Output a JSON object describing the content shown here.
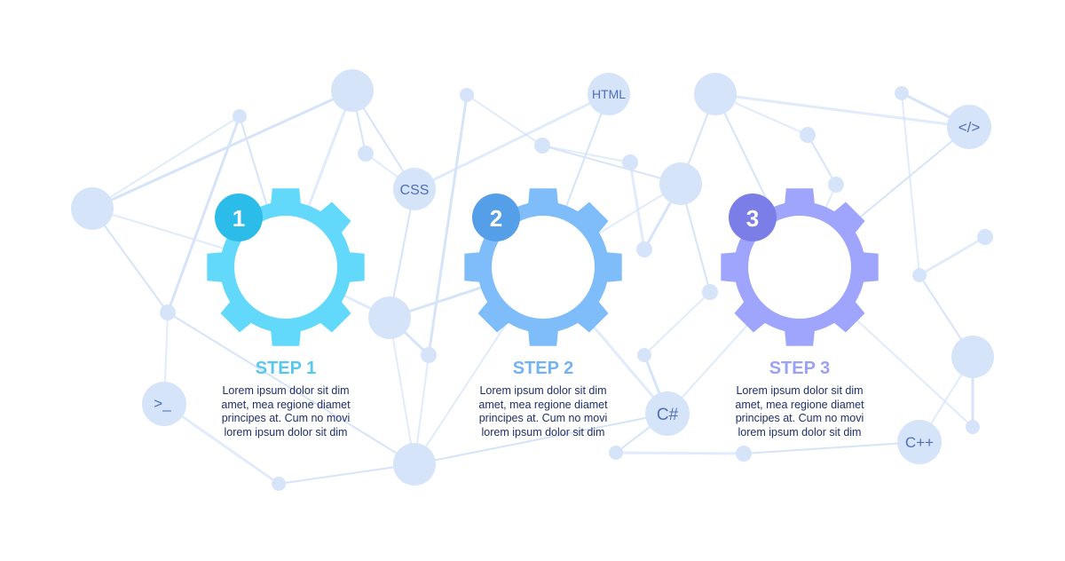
{
  "network": {
    "labels": {
      "css": "CSS",
      "html": "HTML",
      "code_tag": "</>",
      "terminal": ">_",
      "csharp": "C#",
      "cpp": "C++"
    },
    "colors": {
      "node": "#d6e4fa",
      "line": "#d6e4fa",
      "label": "#4f6fb7"
    }
  },
  "steps": [
    {
      "number": "1",
      "title": "STEP 1",
      "description": [
        "Lorem ipsum dolor sit dim",
        "amet, mea regione diamet",
        "principes at. Cum no movi",
        "lorem ipsum dolor sit dim"
      ],
      "gear_color": "#62d8fb",
      "badge_color": "#2cbce9",
      "title_color": "#56c8f0"
    },
    {
      "number": "2",
      "title": "STEP 2",
      "description": [
        "Lorem ipsum dolor sit dim",
        "amet, mea regione diamet",
        "principes at. Cum no movi",
        "lorem ipsum dolor sit dim"
      ],
      "gear_color": "#7fbcfa",
      "badge_color": "#559ee8",
      "title_color": "#73b3f4"
    },
    {
      "number": "3",
      "title": "STEP 3",
      "description": [
        "Lorem ipsum dolor sit dim",
        "amet, mea regione diamet",
        "principes at. Cum no movi",
        "lorem ipsum dolor sit dim"
      ],
      "gear_color": "#9fa5fc",
      "badge_color": "#7c7ee7",
      "title_color": "#9aa1f6"
    }
  ]
}
